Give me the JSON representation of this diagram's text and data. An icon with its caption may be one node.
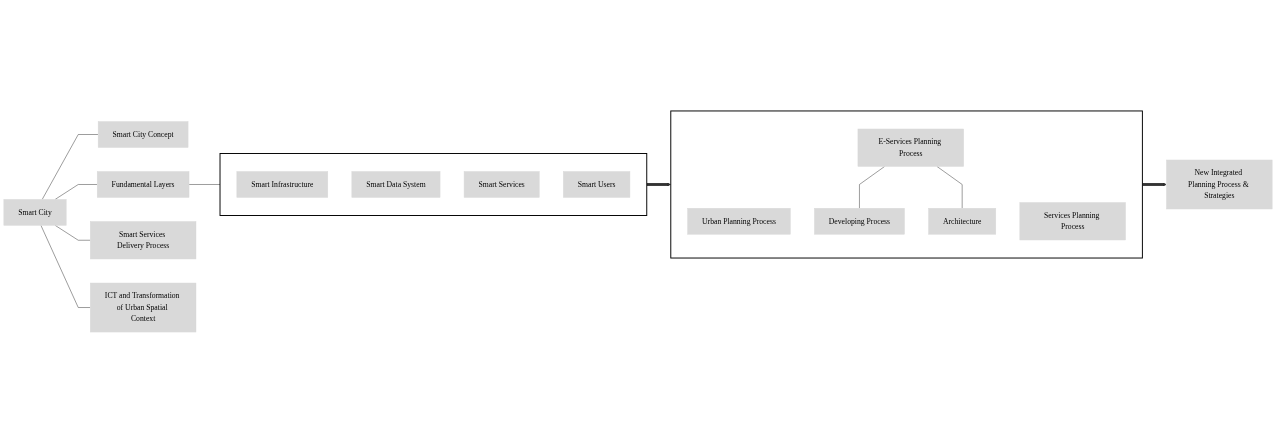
{
  "diagram": {
    "nodes": [
      {
        "text": [
          "Smart City"
        ]
      },
      {
        "text": [
          "Smart City Concept"
        ]
      },
      {
        "text": [
          "Fundamental Layers"
        ]
      },
      {
        "text": [
          "Smart Services Delivery Process"
        ]
      },
      {
        "text": [
          "ICT and Transformation of Urban Spatial Context"
        ]
      },
      {
        "text": [],
        "shape": "bracket"
      },
      {
        "text": [
          "Smart Infrastructure"
        ],
        "in": 5
      },
      {
        "text": [
          "Smart Data System"
        ],
        "in": 5
      },
      {
        "text": [
          "Smart Services"
        ],
        "in": 5
      },
      {
        "text": [
          "Smart Users"
        ],
        "in": 5
      },
      {
        "text": [],
        "shape": "bracket"
      },
      {
        "text": [
          "Urban Planning Process"
        ],
        "in": 10
      },
      {
        "text": [
          "Services Planning Process"
        ],
        "in": 10
      },
      {
        "text": [
          "E-Services Planning Process"
        ],
        "in": 10
      },
      {
        "text": [
          "Developing Process"
        ],
        "in": 10
      },
      {
        "text": [
          "Architecture"
        ],
        "in": 10
      },
      {
        "text": [
          "New Integrated Planning Process & Strategies"
        ]
      }
    ],
    "edges": [
      {
        "from": 0,
        "to": 1,
        "arrow": "none"
      },
      {
        "from": 0,
        "to": 2,
        "arrow": "none"
      },
      {
        "from": 0,
        "to": 3,
        "arrow": "none"
      },
      {
        "from": 0,
        "to": 4,
        "arrow": "none"
      },
      {
        "from": 2,
        "to": 5,
        "arrow": "none"
      },
      {
        "from": 5,
        "to": 10,
        "arrow": "to",
        "style": "thick"
      },
      {
        "from": 13,
        "to": 14,
        "arrow": "none"
      },
      {
        "from": 13,
        "to": 15,
        "arrow": "none"
      },
      {
        "from": 10,
        "to": 16,
        "arrow": "to",
        "style": "thick"
      }
    ]
  }
}
